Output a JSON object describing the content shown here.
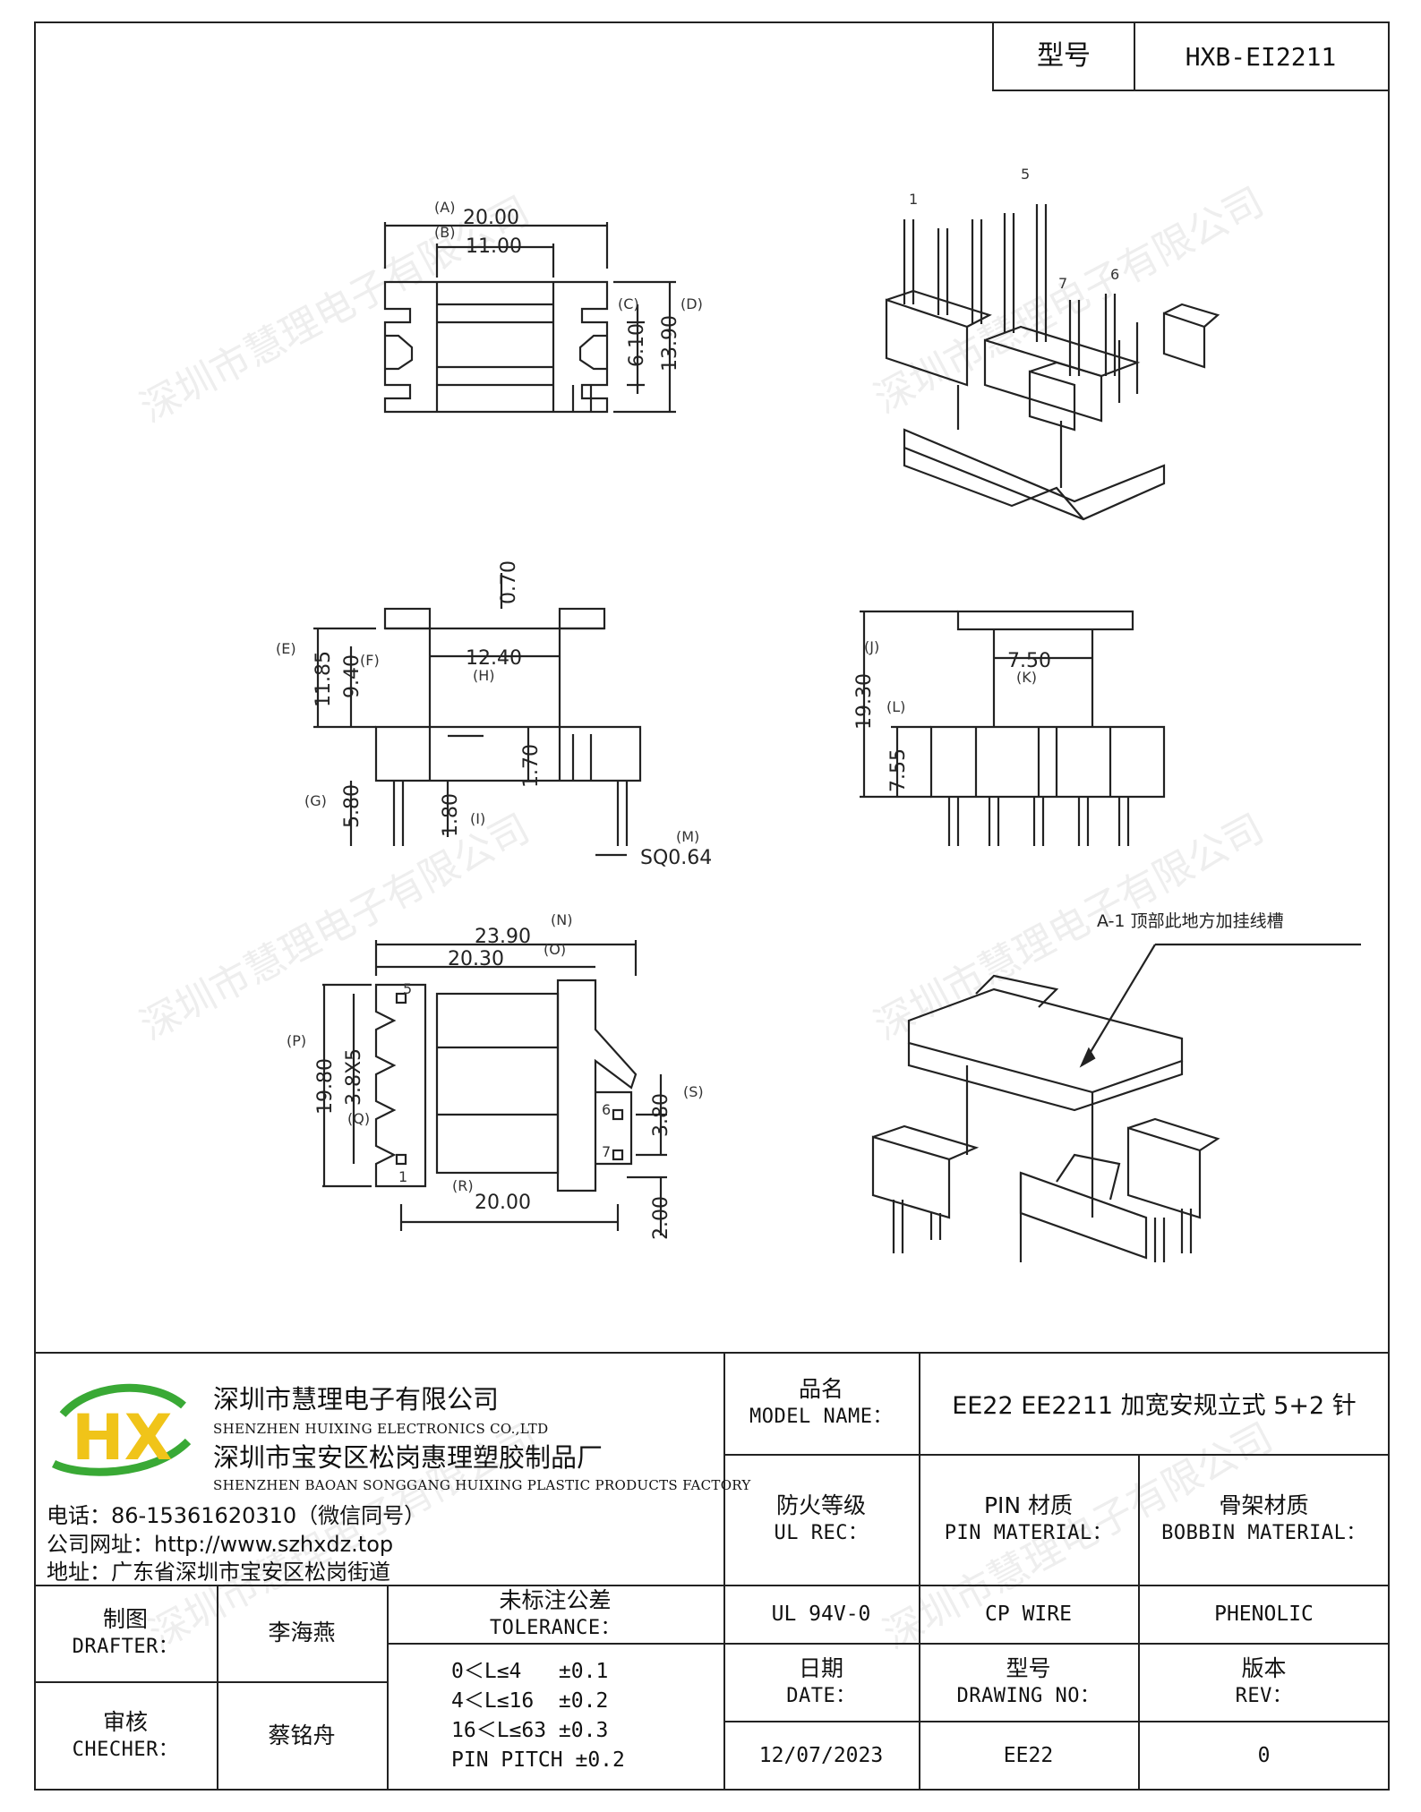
{
  "header": {
    "model_label": "型号",
    "model_value": "HXB-EI2211"
  },
  "watermark": "深圳市慧理电子有限公司",
  "drawing": {
    "pins_top": {
      "p1": "1",
      "p5": "5",
      "p6": "6",
      "p7": "7"
    },
    "dims_top": {
      "a_label": "(A)",
      "a_value": "20.00",
      "b_label": "(B)",
      "b_value": "11.00",
      "c_label": "(C)",
      "c_value": "6.10",
      "d_label": "(D)",
      "d_value": "13.90"
    },
    "dims_front": {
      "top_value": "0.70",
      "e_label": "(E)",
      "e_value": "11.85",
      "f_label": "(F)",
      "f_value": "9.40",
      "h_label": "(H)",
      "h_value": "12.40",
      "lip_value": "1.70",
      "g_label": "(G)",
      "g_value": "5.80",
      "i_label": "(I)",
      "i_value": "1.80",
      "m_label": "(M)",
      "m_value": "SQ0.64"
    },
    "dims_side": {
      "j_label": "(J)",
      "j_value": "19.30",
      "k_label": "(K)",
      "k_value": "7.50",
      "l_label": "(L)",
      "l_value": "7.55"
    },
    "dims_bottom": {
      "n_label": "(N)",
      "n_value": "23.90",
      "o_label": "(O)",
      "o_value": "20.30",
      "p_label": "(P)",
      "p_value": "19.80",
      "q_label": "(Q)",
      "q_value": "3.8X5",
      "r_label": "(R)",
      "r_value": "20.00",
      "s_label": "(S)",
      "s_value": "3.80",
      "pitch_value": "2.00",
      "pin1": "1",
      "pin5": "5",
      "pin6": "6",
      "pin7": "7"
    },
    "note_a1": "A-1 顶部此地方加挂线槽"
  },
  "company": {
    "logo_text": "HX",
    "name_cn": "深圳市慧理电子有限公司",
    "name_en": "SHENZHEN HUIXING ELECTRONICS CO.,LTD",
    "factory_cn": "深圳市宝安区松岗惠理塑胶制品厂",
    "factory_en": "SHENZHEN BAOAN SONGGANG HUIXING PLASTIC PRODUCTS FACTORY",
    "phone": "电话：86-15361620310（微信同号）",
    "website": "公司网址：http://www.szhxdz.top",
    "address": "地址：广东省深圳市宝安区松岗街道"
  },
  "title_block": {
    "model_name_cn": "品名",
    "model_name_en": "MODEL NAME：",
    "model_name_value": "EE22 EE2211 加宽安规立式 5+2 针",
    "ul_cn": "防火等级",
    "ul_en": "UL REC：",
    "pin_mat_cn": "PIN 材质",
    "pin_mat_en": "PIN MATERIAL：",
    "bobbin_cn": "骨架材质",
    "bobbin_en": "BOBBIN MATERIAL：",
    "ul_value": "UL 94V-0",
    "pin_value": "CP WIRE",
    "bobbin_value": "PHENOLIC",
    "date_cn": "日期",
    "date_en": "DATE：",
    "dwg_cn": "型号",
    "dwg_en": "DRAWING NO：",
    "rev_cn": "版本",
    "rev_en": "REV：",
    "date_value": "12/07/2023",
    "dwg_value": "EE22",
    "rev_value": "0",
    "drafter_cn": "制图",
    "drafter_en": "DRAFTER：",
    "drafter_value": "李海燕",
    "checker_cn": "审核",
    "checker_en": "CHECHER：",
    "checker_value": "蔡铭舟",
    "tol_cn": "未标注公差",
    "tol_en": "TOLERANCE：",
    "tol_lines": [
      "0＜L≤4   ±0.1",
      "4＜L≤16  ±0.2",
      "16＜L≤63 ±0.3",
      "PIN PITCH ±0.2"
    ]
  }
}
